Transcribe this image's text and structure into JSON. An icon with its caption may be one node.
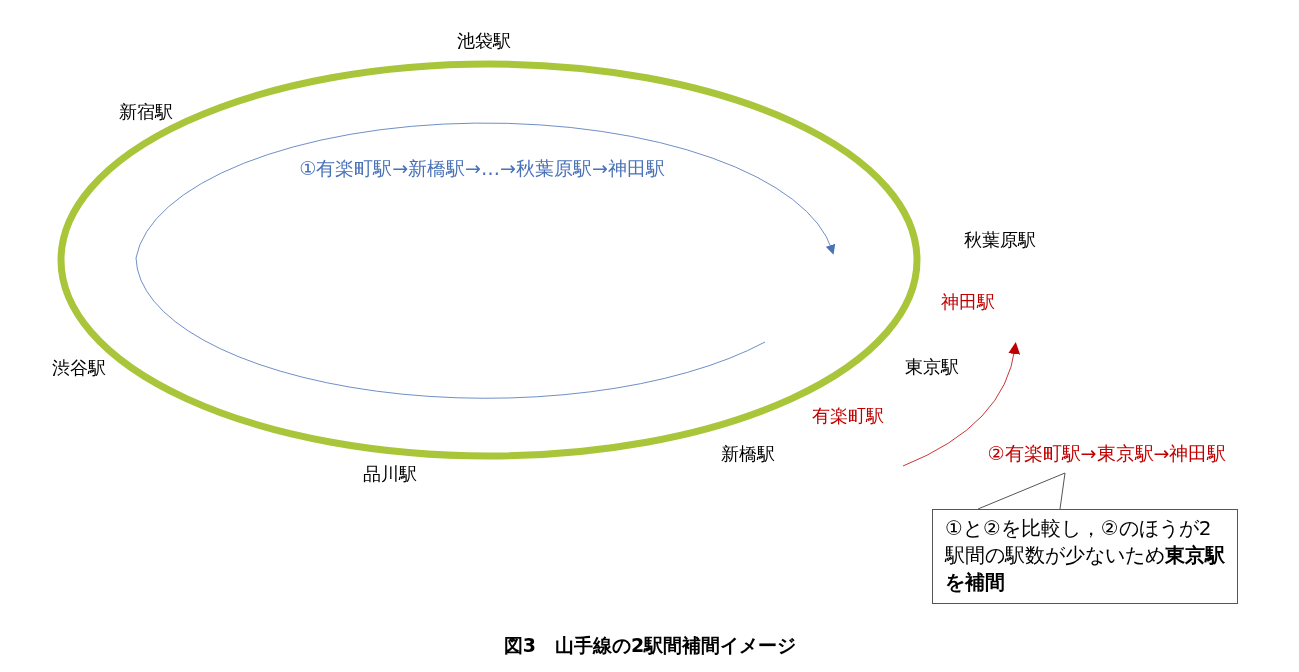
{
  "diagram": {
    "caption": "図3　山手線の2駅間補間イメージ",
    "nodes": [
      {
        "text": [
          "①と②を比較し，②のほうが2駅間の駅数が少ないため**東京駅を補間**"
        ]
      }
    ],
    "labels": [
      "池袋駅",
      "新宿駅",
      "①有楽町駅→新橋駅→…→秋葉原駅→神田駅",
      "秋葉原駅",
      "神田駅",
      "渋谷駅",
      "東京駅",
      "有楽町駅",
      "②有楽町駅→東京駅→神田駅",
      "新橋駅",
      "品川駅"
    ]
  }
}
